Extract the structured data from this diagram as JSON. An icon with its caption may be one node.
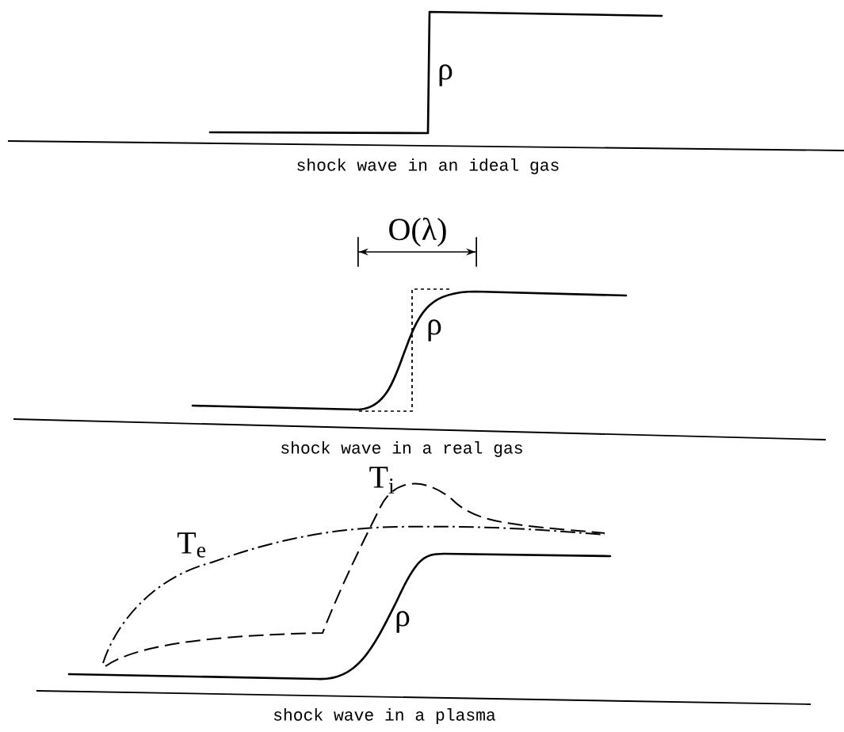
{
  "diagram": {
    "labels": [
      "ρ",
      "shock wave in an ideal gas",
      "O(λ)",
      "ρ",
      "shock wave in a real gas",
      "T$_{i}$",
      "T$_{e}$",
      "ρ",
      "shock wave in a plasma"
    ]
  }
}
